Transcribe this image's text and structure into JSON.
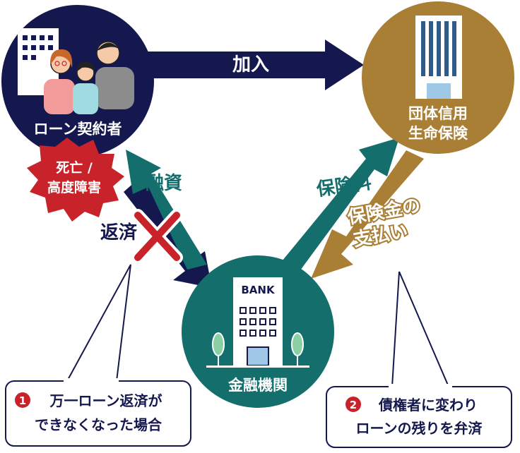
{
  "colors": {
    "navy": "#15184f",
    "teal": "#136e6c",
    "gold": "#a97e35",
    "red": "#c8232a",
    "white": "#ffffff"
  },
  "nodes": {
    "borrower": {
      "label": "ローン契約者"
    },
    "insurer": {
      "line1": "団体信用",
      "line2": "生命保険"
    },
    "bank": {
      "sign": "BANK",
      "label": "金融機関"
    }
  },
  "arrows": {
    "join": "加入",
    "financing": "融資",
    "premium": "保険料",
    "repay": "返済",
    "payout_line1": "保険金の",
    "payout_line2": "支払い"
  },
  "event_badge": {
    "line1": "死亡 /",
    "line2": "高度障害"
  },
  "callouts": {
    "left": {
      "number": "1",
      "line1": "万一ローン返済が",
      "line2": "できなくなった場合"
    },
    "right": {
      "number": "2",
      "line1": "債権者に変わり",
      "line2": "ローンの残りを弁済"
    }
  },
  "icons": [
    "family-icon",
    "building-icon",
    "bank-building-icon",
    "cross-mark-icon"
  ]
}
